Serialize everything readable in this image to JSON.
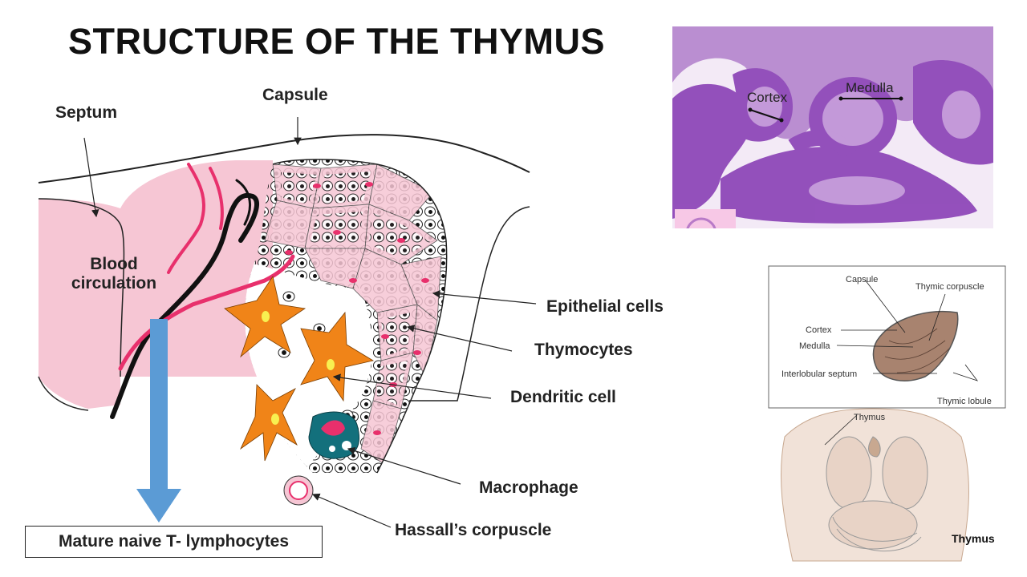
{
  "title": "STRUCTURE OF THE THYMUS",
  "labels": {
    "capsule": "Capsule",
    "septum": "Septum",
    "blood_line1": "Blood",
    "blood_line2": "circulation",
    "epithelial": "Epithelial cells",
    "thymocytes": "Thymocytes",
    "dendritic": "Dendritic cell",
    "macrophage": "Macrophage",
    "hassall": "Hassall’s corpuscle",
    "output": "Mature naive T- lymphocytes"
  },
  "histology": {
    "cortex": "Cortex",
    "medulla": "Medulla"
  },
  "inset": {
    "capsule": "Capsule",
    "thymic_corpuscle": "Thymic corpuscle",
    "cortex": "Cortex",
    "medulla": "Medulla",
    "interlobular_septum": "Interlobular septum",
    "thymic_lobule": "Thymic lobule",
    "thymus": "Thymus",
    "caption": "Thymus"
  },
  "colors": {
    "pink": "#f6c6d4",
    "magenta": "#e8306c",
    "dendritic": "#f08418",
    "macrophage": "#13707c",
    "arrow_blue": "#5b9bd5",
    "histo_purple": "#8e48b8"
  }
}
